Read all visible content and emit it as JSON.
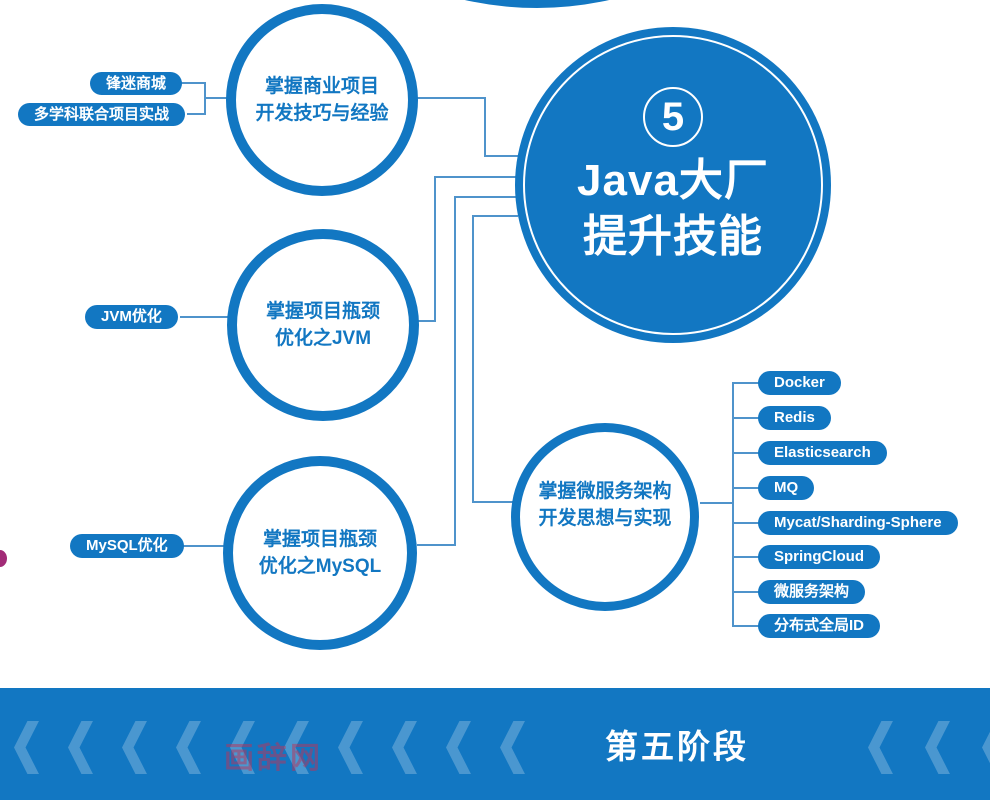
{
  "stage_circle": {
    "number": "5",
    "title_line1": "Java大厂",
    "title_line2": "提升技能"
  },
  "nodes": [
    {
      "id": "business",
      "line1": "掌握商业项目",
      "line2": "开发技巧与经验"
    },
    {
      "id": "jvm",
      "line1": "掌握项目瓶颈",
      "line2": "优化之JVM"
    },
    {
      "id": "mysql",
      "line1": "掌握项目瓶颈",
      "line2": "优化之MySQL"
    },
    {
      "id": "microservice",
      "line1": "掌握微服务架构",
      "line2": "开发思想与实现"
    }
  ],
  "left_tags": [
    "锋迷商城",
    "多学科联合项目实战",
    "JVM优化",
    "MySQL优化"
  ],
  "right_tags": [
    "Docker",
    "Redis",
    "Elasticsearch",
    "MQ",
    "Mycat/Sharding-Sphere",
    "SpringCloud",
    "微服务架构",
    "分布式全局ID"
  ],
  "footer": {
    "label": "第五阶段"
  },
  "watermark": "画辞网",
  "colors": {
    "primary_blue": "#1277c2",
    "connector_blue": "#4f93cb",
    "watermark_red": "rgba(190,50,85,0.5)",
    "edge_dot_magenta": "#a22b77"
  }
}
